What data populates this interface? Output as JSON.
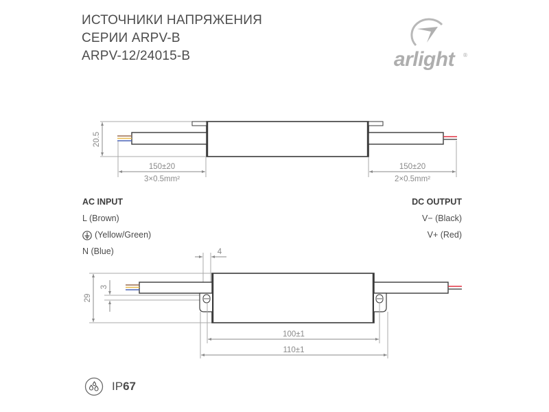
{
  "header": {
    "title_lines": [
      "ИСТОЧНИКИ НАПРЯЖЕНИЯ",
      "СЕРИИ ARPV-B",
      "ARPV-12/24015-B"
    ]
  },
  "logo": {
    "text": "arlight",
    "registered": "®",
    "icon": "arlight-swoosh-logo-icon"
  },
  "top_view": {
    "height_dim": "20.5",
    "left_cable": {
      "length": "150±20",
      "gauge": "3×0.5mm²"
    },
    "right_cable": {
      "length": "150±20",
      "gauge": "2×0.5mm²"
    }
  },
  "ac_input": {
    "heading": "AC INPUT",
    "items": [
      {
        "label": "L (Brown)",
        "color": "#9c6b4e"
      },
      {
        "label": "(Yellow/Green)",
        "icon": "ground-icon",
        "color": "#e8b84a"
      },
      {
        "label": "N (Blue)",
        "color": "#4a63b5"
      }
    ]
  },
  "dc_output": {
    "heading": "DC OUTPUT",
    "items": [
      {
        "label": "V− (Black)",
        "color": "#555555"
      },
      {
        "label": "V+ (Red)",
        "color": "#e03040"
      }
    ]
  },
  "side_view": {
    "tab_width": "4",
    "cable_offset": "3",
    "height_dim": "29",
    "mount_length": "100±1",
    "total_length": "110±1"
  },
  "rating": {
    "prefix": "IP",
    "value": "67",
    "icon": "water-drops-icon"
  },
  "colors": {
    "outline": "#3a3a3a",
    "dimension": "#9a9a9a",
    "brown": "#9c6b4e",
    "yellow": "#e8b84a",
    "blue": "#4a63b5",
    "red": "#e03040",
    "logo_gray": "#aeaeae"
  }
}
